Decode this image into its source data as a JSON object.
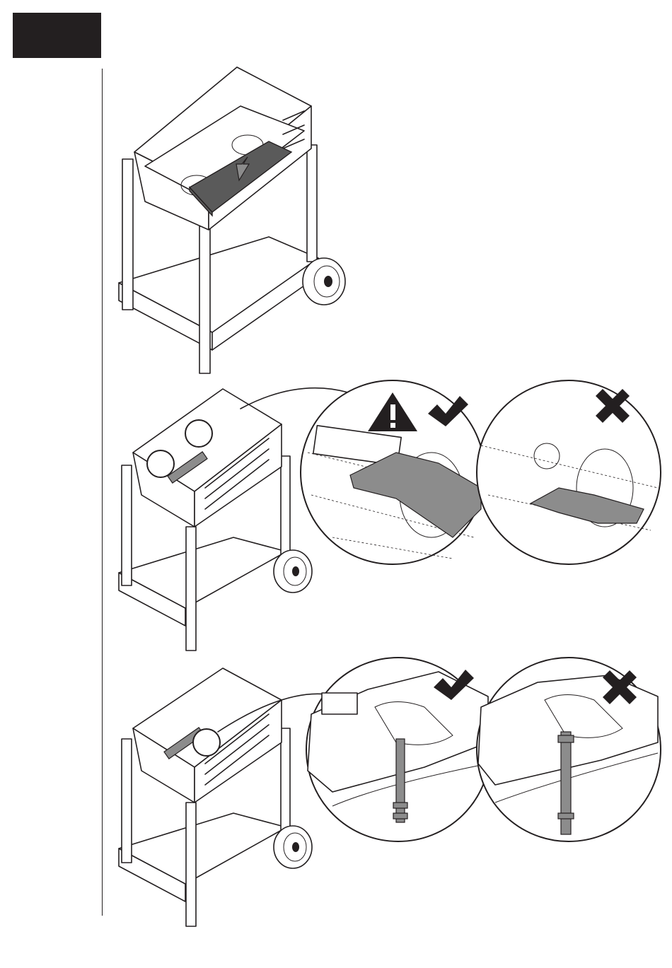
{
  "page": {
    "step_number": "",
    "colors": {
      "ink": "#231f20",
      "shade": "#8c8c8c",
      "dark_shade": "#5a5a5a",
      "paper": "#ffffff"
    }
  },
  "illustrations": [
    {
      "id": "panel-1",
      "subject": "grill-cart-burner-tray",
      "icon": "arrow-up-icon"
    },
    {
      "id": "panel-2",
      "subject": "grill-cart-burner-detail",
      "callouts": [
        {
          "id": "callout-correct",
          "icons": [
            "warning-icon",
            "check-icon"
          ]
        },
        {
          "id": "callout-incorrect",
          "icons": [
            "cross-icon"
          ]
        }
      ]
    },
    {
      "id": "panel-3",
      "subject": "grill-cart-electrode-detail",
      "callouts": [
        {
          "id": "callout-correct",
          "icons": [
            "check-icon"
          ]
        },
        {
          "id": "callout-incorrect",
          "icons": [
            "cross-icon"
          ]
        }
      ]
    }
  ]
}
